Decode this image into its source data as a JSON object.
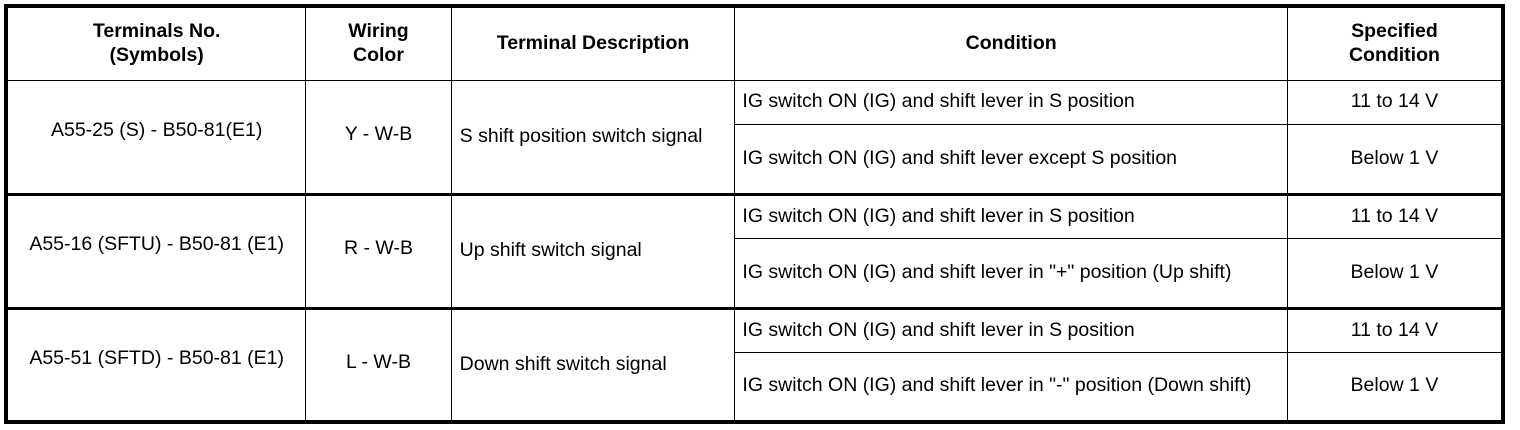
{
  "table": {
    "headers": {
      "terminals": {
        "line1": "Terminals No.",
        "line2": "(Symbols)"
      },
      "wiring_color": {
        "line1": "Wiring",
        "line2": "Color"
      },
      "terminal_description": "Terminal Description",
      "condition": "Condition",
      "specified_condition": {
        "line1": "Specified",
        "line2": "Condition"
      }
    },
    "rows": [
      {
        "terminals": "A55-25 (S) - B50-81(E1)",
        "terminals_line1": "A55-25 (S) - B50-81(E1)",
        "terminals_line2": "",
        "wiring_color": "Y - W-B",
        "terminal_description": "S shift position switch signal",
        "conditions": [
          {
            "condition": "IG switch ON (IG) and shift lever in S position",
            "condition_line1": "IG switch ON (IG) and shift lever in S position",
            "condition_line2": "",
            "specified_condition": "11 to 14 V"
          },
          {
            "condition": "IG switch ON (IG) and shift lever except S position",
            "condition_line1": "IG switch ON (IG) and shift lever except S",
            "condition_line2": "position",
            "specified_condition": "Below 1 V"
          }
        ]
      },
      {
        "terminals": "A55-16 (SFTU) - B50-81 (E1)",
        "terminals_line1": "A55-16 (SFTU) - B50-81",
        "terminals_line2": "(E1)",
        "wiring_color": "R - W-B",
        "terminal_description": "Up shift switch signal",
        "conditions": [
          {
            "condition": "IG switch ON (IG) and shift lever in S position",
            "condition_line1": "IG switch ON (IG) and shift lever in S position",
            "condition_line2": "",
            "specified_condition": "11 to 14 V"
          },
          {
            "condition": "IG switch ON (IG) and shift lever in \"+\" position (Up shift)",
            "condition_line1": "IG switch ON (IG) and shift lever in \"+\" position",
            "condition_line2": "(Up shift)",
            "specified_condition": "Below 1 V"
          }
        ]
      },
      {
        "terminals": "A55-51 (SFTD) - B50-81 (E1)",
        "terminals_line1": "A55-51 (SFTD) - B50-81",
        "terminals_line2": "(E1)",
        "wiring_color": "L - W-B",
        "terminal_description": "Down shift switch signal",
        "conditions": [
          {
            "condition": "IG switch ON (IG) and shift lever in S position",
            "condition_line1": "IG switch ON (IG) and shift lever in S position",
            "condition_line2": "",
            "specified_condition": "11 to 14 V"
          },
          {
            "condition": "IG switch ON (IG) and shift lever in \"-\" position (Down shift)",
            "condition_line1": "IG switch ON (IG) and shift lever in \"-\" position",
            "condition_line2": "(Down shift)",
            "specified_condition": "Below 1 V"
          }
        ]
      }
    ]
  },
  "colors": {
    "border": "#000000",
    "text": "#000000",
    "background": "#ffffff"
  }
}
